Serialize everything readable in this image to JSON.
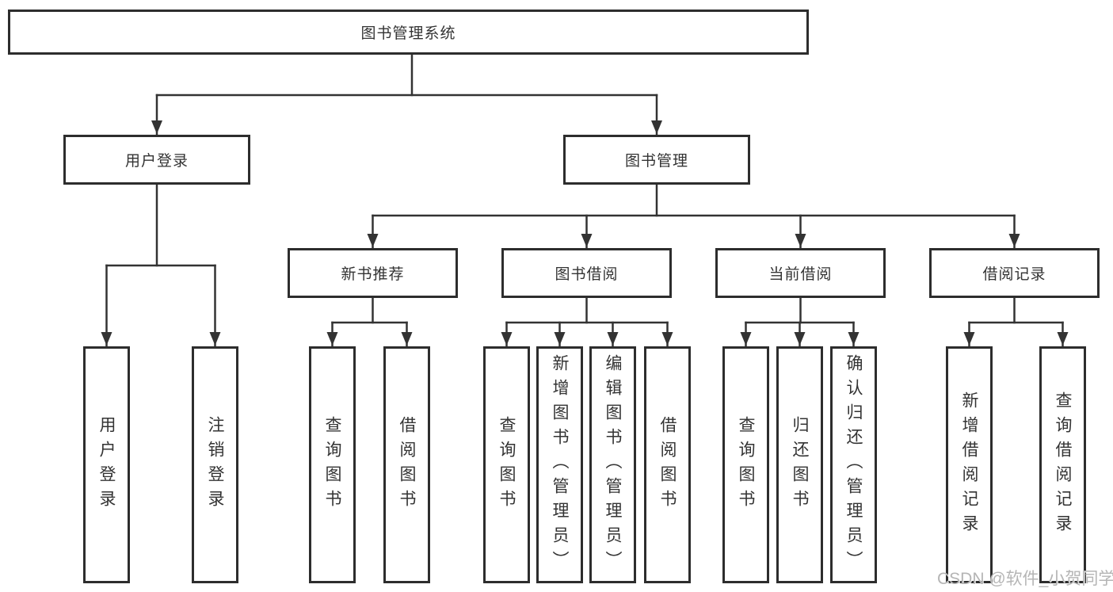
{
  "diagram": {
    "title_node": {
      "label": "图书管理系统"
    },
    "level2": [
      {
        "id": "user-login",
        "label": "用户登录"
      },
      {
        "id": "book-management",
        "label": "图书管理"
      }
    ],
    "level3": [
      {
        "id": "new-book-recommend",
        "label": "新书推荐"
      },
      {
        "id": "book-borrow",
        "label": "图书借阅"
      },
      {
        "id": "current-borrow",
        "label": "当前借阅"
      },
      {
        "id": "borrow-records",
        "label": "借阅记录"
      }
    ],
    "leaves": [
      {
        "id": "user-login-leaf",
        "parent": "user-login",
        "label": "用户登录"
      },
      {
        "id": "logout",
        "parent": "user-login",
        "label": "注销登录"
      },
      {
        "id": "query-book-1",
        "parent": "new-book-recommend",
        "label": "查询图书"
      },
      {
        "id": "borrow-book-1",
        "parent": "new-book-recommend",
        "label": "借阅图书"
      },
      {
        "id": "query-book-2",
        "parent": "book-borrow",
        "label": "查询图书"
      },
      {
        "id": "add-book-admin",
        "parent": "book-borrow",
        "label": "新增图书（管理员）"
      },
      {
        "id": "edit-book-admin",
        "parent": "book-borrow",
        "label": "编辑图书（管理员）"
      },
      {
        "id": "borrow-book-2",
        "parent": "book-borrow",
        "label": "借阅图书"
      },
      {
        "id": "query-book-3",
        "parent": "current-borrow",
        "label": "查询图书"
      },
      {
        "id": "return-book",
        "parent": "current-borrow",
        "label": "归还图书"
      },
      {
        "id": "confirm-return-admin",
        "parent": "current-borrow",
        "label": "确认归还（管理员）"
      },
      {
        "id": "add-borrow-record",
        "parent": "borrow-records",
        "label": "新增借阅记录"
      },
      {
        "id": "query-borrow-record",
        "parent": "borrow-records",
        "label": "查询借阅记录"
      }
    ]
  },
  "watermark": {
    "text": "CSDN @软件_小贺同学"
  },
  "colors": {
    "line": "#333333",
    "box_border": "#2d2d2d",
    "text": "#333333",
    "watermark": "#b5b5b5",
    "background": "#ffffff"
  }
}
